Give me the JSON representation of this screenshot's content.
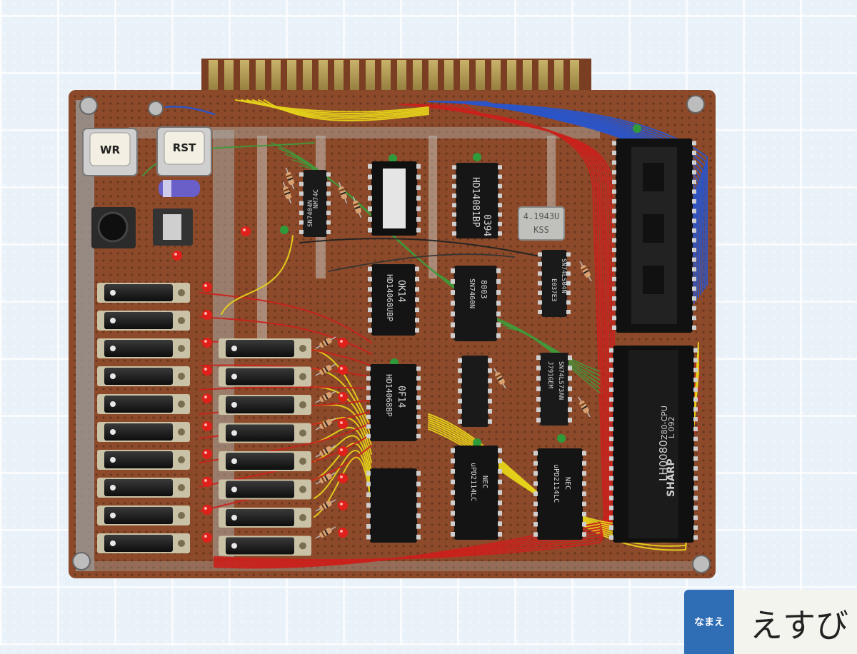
{
  "keys": {
    "write": "WR",
    "reset": "RST"
  },
  "ics": {
    "u1": {
      "line1": "NM74C",
      "line2": "SN7404N"
    },
    "u3": {
      "line1": "0394",
      "line2": "HD14081BP"
    },
    "u4": {
      "line1": "OK14",
      "line2": "HD14068UBP"
    },
    "u5": {
      "line1": "8003",
      "line2": "SN7460N"
    },
    "u6": {
      "line1": "0F14",
      "line2": "HD14068BP"
    },
    "u7": {
      "line1": "SN74LS73AN",
      "line2": "J791GEM"
    },
    "u8": {
      "line1": "NEC",
      "line2": "uPD2114LC"
    },
    "u9": {
      "line1": "NEC",
      "line2": "uPD2114LC"
    },
    "u10": {
      "line1": "SN74LS04N",
      "line2": "E037E3"
    }
  },
  "crystal": {
    "line1": "4.1943U",
    "line2": "KSS"
  },
  "cpu": {
    "part": "LH0080",
    "model": "Z80-CPU",
    "brand": "SHARP",
    "code": "L 092"
  },
  "name_tag": {
    "label": "なまえ",
    "value": "えすび"
  },
  "colors": {
    "board": "#8a4a2a",
    "wire_red": "#c9221c",
    "wire_blue": "#2a54c8",
    "wire_yellow": "#e6d21a",
    "wire_green": "#3f9a3a",
    "led": "#e0201a"
  }
}
